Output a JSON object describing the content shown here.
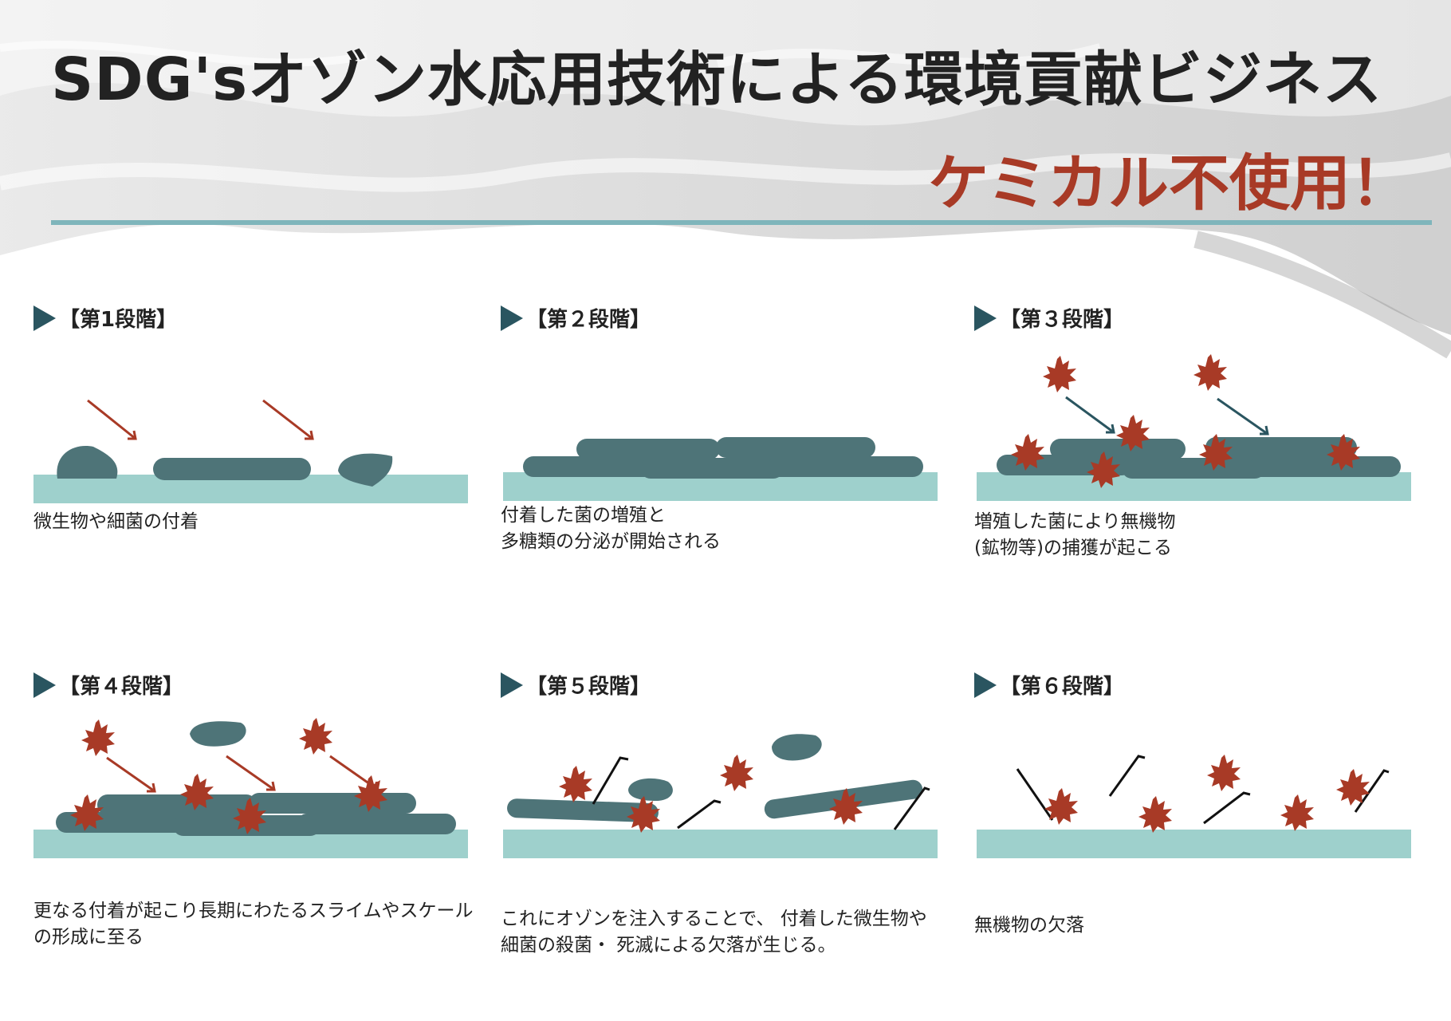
{
  "header": {
    "title": "SDG'sオゾン水応用技術による環境貢献ビジネス",
    "subtitle": "ケミカル不使用！"
  },
  "colors": {
    "accent_red": "#a83a26",
    "teal_surface": "#9ed0cc",
    "biofilm": "#4e7478",
    "rule": "#7fb5bb"
  },
  "icons": {
    "stage_marker": "triangle-right-icon",
    "mineral": "spiky-mineral-icon",
    "ozone": "ozone-line-icon"
  },
  "stages": [
    {
      "label": "【第1段階】",
      "lines": [
        "微生物や細菌の付着"
      ]
    },
    {
      "label": "【第２段階】",
      "lines": [
        "付着した菌の増殖と",
        "多糖類の分泌が開始される"
      ]
    },
    {
      "label": "【第３段階】",
      "lines": [
        "増殖した菌により無機物",
        "(鉱物等)の捕獲が起こる"
      ]
    },
    {
      "label": "【第４段階】",
      "lines": [
        "更なる付着が起こり長期にわたるスライムやスケール",
        "の形成に至る"
      ]
    },
    {
      "label": "【第５段階】",
      "lines": [
        "これにオゾンを注入することで、 付着した微生物や",
        "細菌の殺菌・ 死滅による欠落が生じる。"
      ]
    },
    {
      "label": "【第６段階】",
      "lines": [
        "無機物の欠落"
      ]
    }
  ]
}
